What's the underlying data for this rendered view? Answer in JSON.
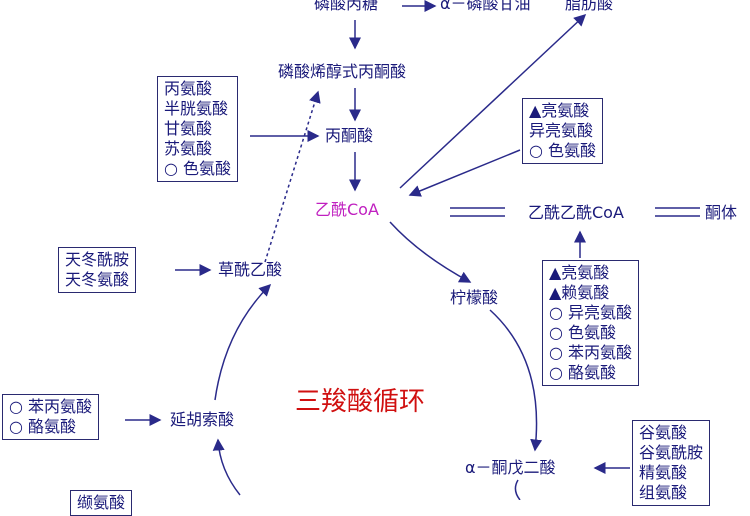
{
  "colors": {
    "text": "#1a1a7a",
    "arrow": "#2a2a8a",
    "cycle_label": "#d01010",
    "acetyl_coa": "#c020c0"
  },
  "nodes": {
    "triose": "磷酸丙糖",
    "glycerol": "α－磷酸甘油",
    "fatty": "脂肪酸",
    "pep": "磷酸烯醇式丙酮酸",
    "pyruvate": "丙酮酸",
    "acetylcoa": "乙酰CoA",
    "acetoacetyl": "乙酰乙酰CoA",
    "ketone": "酮体",
    "oxaloacetate": "草酰乙酸",
    "citrate": "柠檬酸",
    "cycle": "三羧酸循环",
    "fumarate": "延胡索酸",
    "akg": "α－酮戊二酸"
  },
  "boxes": {
    "pyruvate_sources": [
      "丙氨酸",
      "半胱氨酸",
      "甘氨酸",
      "苏氨酸",
      "○ 色氨酸"
    ],
    "acetylcoa_sources": [
      "▲亮氨酸",
      "异亮氨酸",
      "○ 色氨酸"
    ],
    "acetoacetyl_sources": [
      "▲亮氨酸",
      "▲赖氨酸",
      "○ 异亮氨酸",
      "○ 色氨酸",
      "○ 苯丙氨酸",
      "○ 酪氨酸"
    ],
    "oxaloacetate_sources": [
      "天冬酰胺",
      "天冬氨酸"
    ],
    "fumarate_sources": [
      "○ 苯丙氨酸",
      "○ 酪氨酸"
    ],
    "akg_sources": [
      "谷氨酸",
      "谷氨酰胺",
      "精氨酸",
      "组氨酸"
    ],
    "bottom_partial": [
      "缬氨酸"
    ]
  }
}
